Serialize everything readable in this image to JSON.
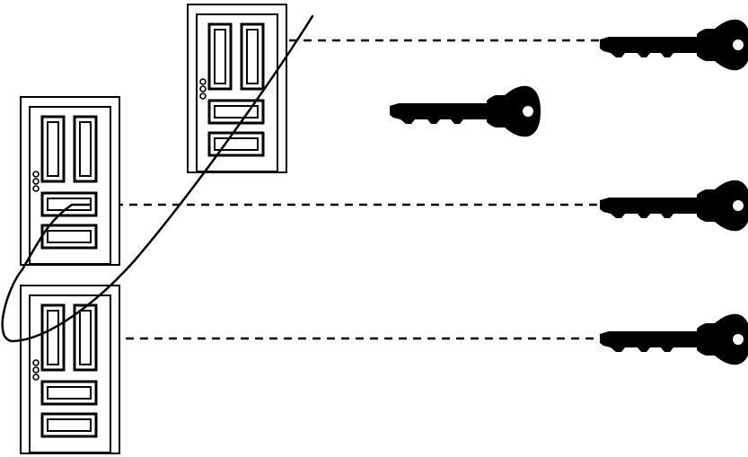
{
  "diagram": {
    "doors": [
      {
        "id": "door-top"
      },
      {
        "id": "door-middle"
      },
      {
        "id": "door-bottom"
      }
    ],
    "keys": [
      {
        "id": "key-top",
        "connected": true
      },
      {
        "id": "key-loose",
        "connected": false
      },
      {
        "id": "key-middle",
        "connected": true
      },
      {
        "id": "key-bottom",
        "connected": true
      }
    ],
    "connections": [
      {
        "door": "door-top",
        "key": "key-top",
        "style": "dashed"
      },
      {
        "door": "door-middle",
        "key": "key-middle",
        "style": "dashed"
      },
      {
        "door": "door-bottom",
        "key": "key-bottom",
        "style": "dashed"
      }
    ],
    "curve": {
      "style": "solid",
      "description_free": true
    },
    "colors": {
      "ink": "#000000",
      "background": "#ffffff"
    }
  }
}
